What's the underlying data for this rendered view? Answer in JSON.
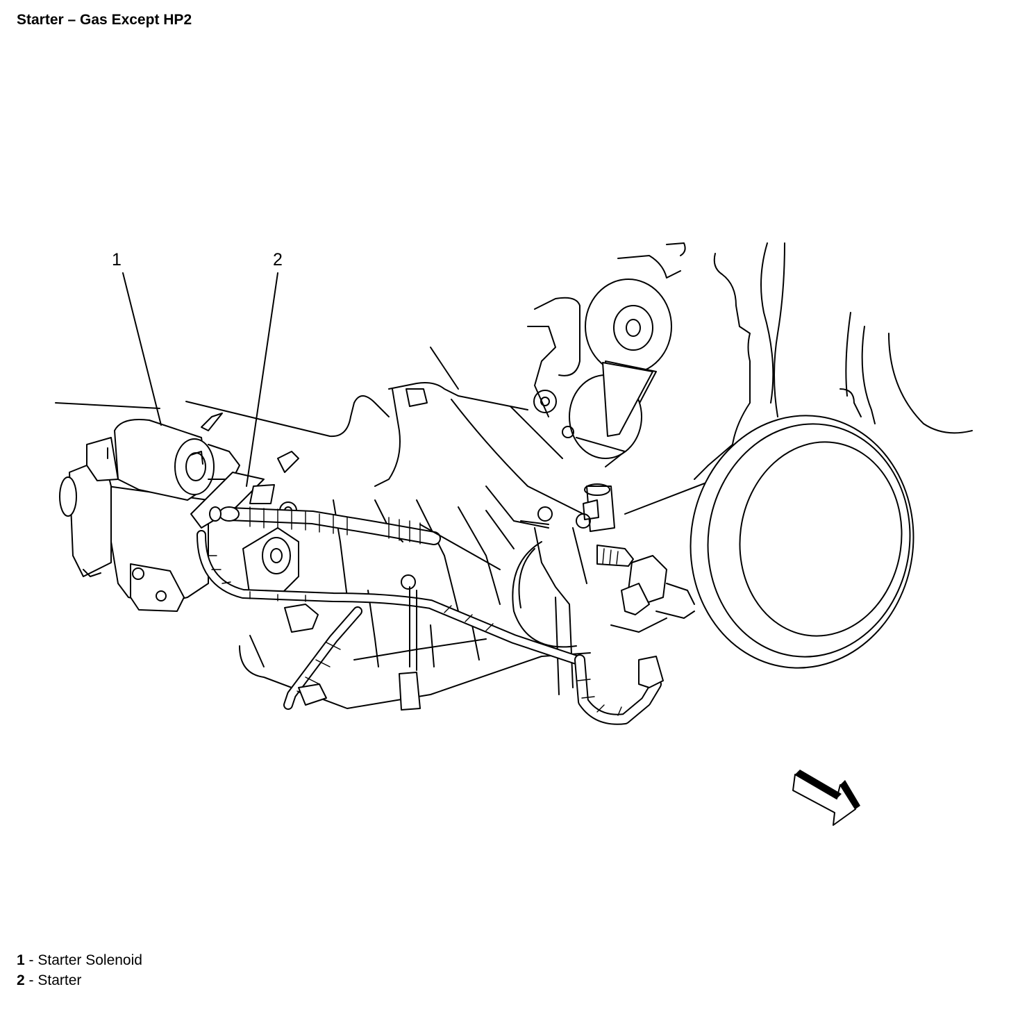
{
  "page": {
    "title": "Starter – Gas Except HP2"
  },
  "callouts": [
    {
      "number": "1"
    },
    {
      "number": "2"
    }
  ],
  "legend": [
    {
      "number": "1",
      "separator": " - ",
      "label": "Starter Solenoid"
    },
    {
      "number": "2",
      "separator": " - ",
      "label": "Starter"
    }
  ],
  "icons": {
    "view_direction": "view-direction-arrow-icon"
  }
}
